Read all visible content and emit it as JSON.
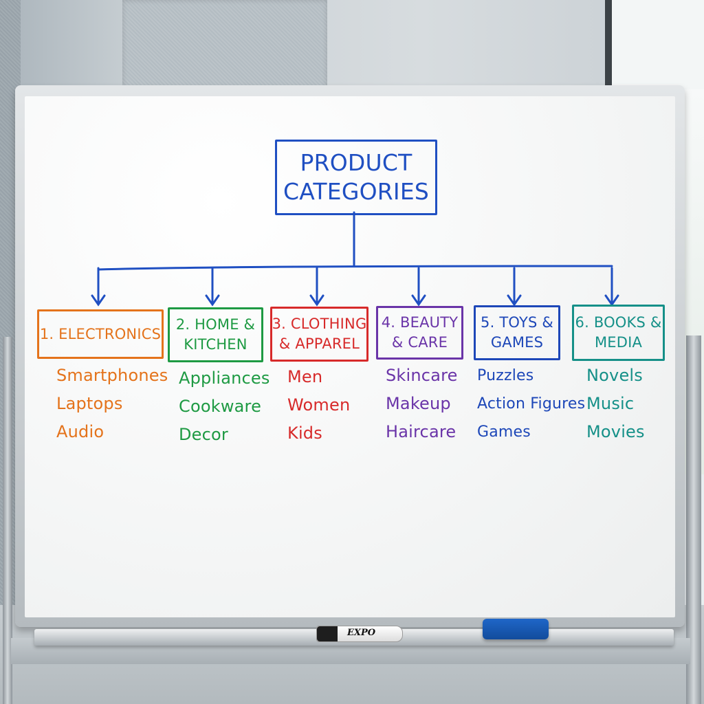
{
  "title": {
    "line1": "PRODUCT",
    "line2": "CATEGORIES",
    "color": "#1f4fc2"
  },
  "categories": [
    {
      "line1": "1. ELECTRONICS",
      "line2": "",
      "color": "#e4731b",
      "items": [
        "Smartphones",
        "Laptops",
        "Audio"
      ]
    },
    {
      "line1": "2. HOME &",
      "line2": "KITCHEN",
      "color": "#1e9a43",
      "items": [
        "Appliances",
        "Cookware",
        "Decor"
      ]
    },
    {
      "line1": "3. CLOTHING",
      "line2": "& APPAREL",
      "color": "#d72a2a",
      "items": [
        "Men",
        "Women",
        "Kids"
      ]
    },
    {
      "line1": "4. BEAUTY",
      "line2": "& CARE",
      "color": "#6a34a8",
      "items": [
        "Skincare",
        "Makeup",
        "Haircare"
      ]
    },
    {
      "line1": "5. TOYS &",
      "line2": "GAMES",
      "color": "#1d47b8",
      "items": [
        "Puzzles",
        "Action Figures",
        "Games"
      ]
    },
    {
      "line1": "6. BOOKS &",
      "line2": "MEDIA",
      "color": "#159088",
      "items": [
        "Novels",
        "Music",
        "Movies"
      ]
    }
  ],
  "marker_brand": "EXPO",
  "eraser_color": "#1f66c8"
}
